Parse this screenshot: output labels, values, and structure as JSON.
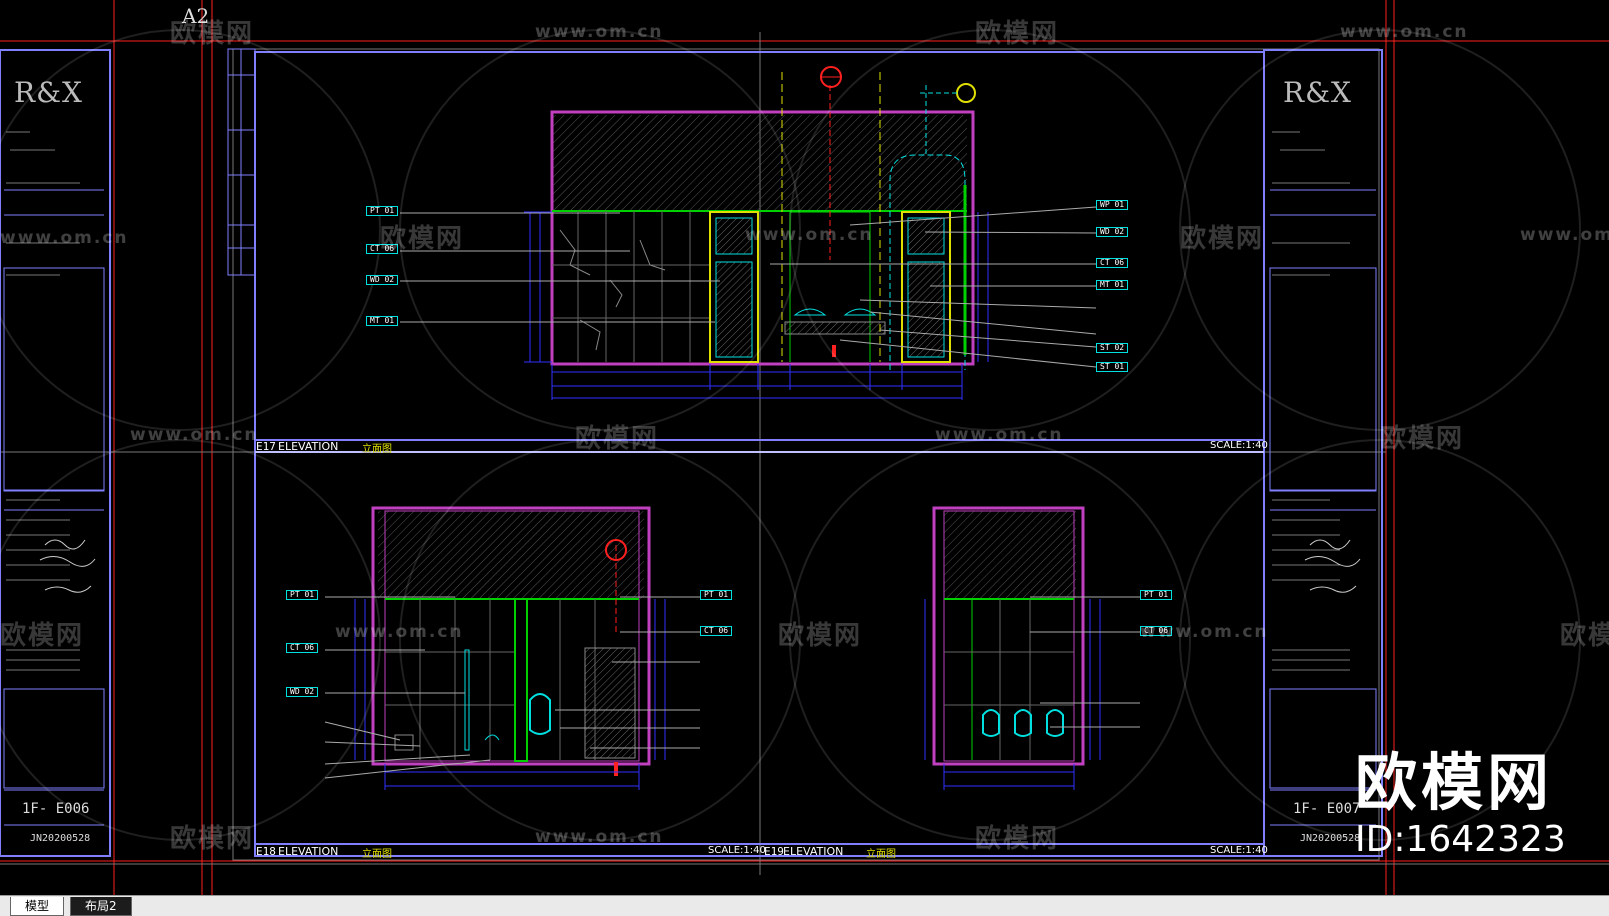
{
  "sheet_marker": "A2",
  "watermark": {
    "text": "欧模网",
    "url": "www.om.cn",
    "logo": "欧模网",
    "id": "ID:1642323"
  },
  "titleblock_left": {
    "logo": "R&X",
    "sheet_no": "1F- E006",
    "code": "JN20200528"
  },
  "titleblock_right": {
    "logo": "R&X",
    "sheet_no": "1F- E007",
    "code": "JN20200528"
  },
  "top_view": {
    "id": "E17",
    "title": "ELEVATION",
    "title_cn": "立面图",
    "scale": "SCALE:1:40"
  },
  "bottom_left_view": {
    "id": "E18",
    "title": "ELEVATION",
    "title_cn": "立面图",
    "scale": "SCALE:1:40"
  },
  "bottom_right_view": {
    "id": "E19",
    "title": "ELEVATION",
    "title_cn": "立面图",
    "scale": "SCALE:1:40"
  },
  "tags_top_left": [
    "PT 01",
    "CT 06",
    "WD 02",
    "MT 01"
  ],
  "tags_top_right": [
    "WP 01",
    "WD 02",
    "CT 06",
    "MT 01",
    "ST 02",
    "ST 01"
  ],
  "tags_bl_left": [
    "PT 01",
    "CT 06",
    "WD 02"
  ],
  "tags_bl_right": [
    "PT 01",
    "CT 06"
  ],
  "tags_br_right": [
    "PT 01",
    "CT 06"
  ],
  "tabs": [
    {
      "label": "模型",
      "active": true
    },
    {
      "label": "布局2",
      "active": false
    }
  ],
  "colors": {
    "frame": "#8080ff",
    "wall": "#c040c0",
    "green": "#00d000",
    "yellow": "#e0e000",
    "cyan": "#00e0e0",
    "blue": "#3030ff",
    "red": "#ff2020"
  }
}
